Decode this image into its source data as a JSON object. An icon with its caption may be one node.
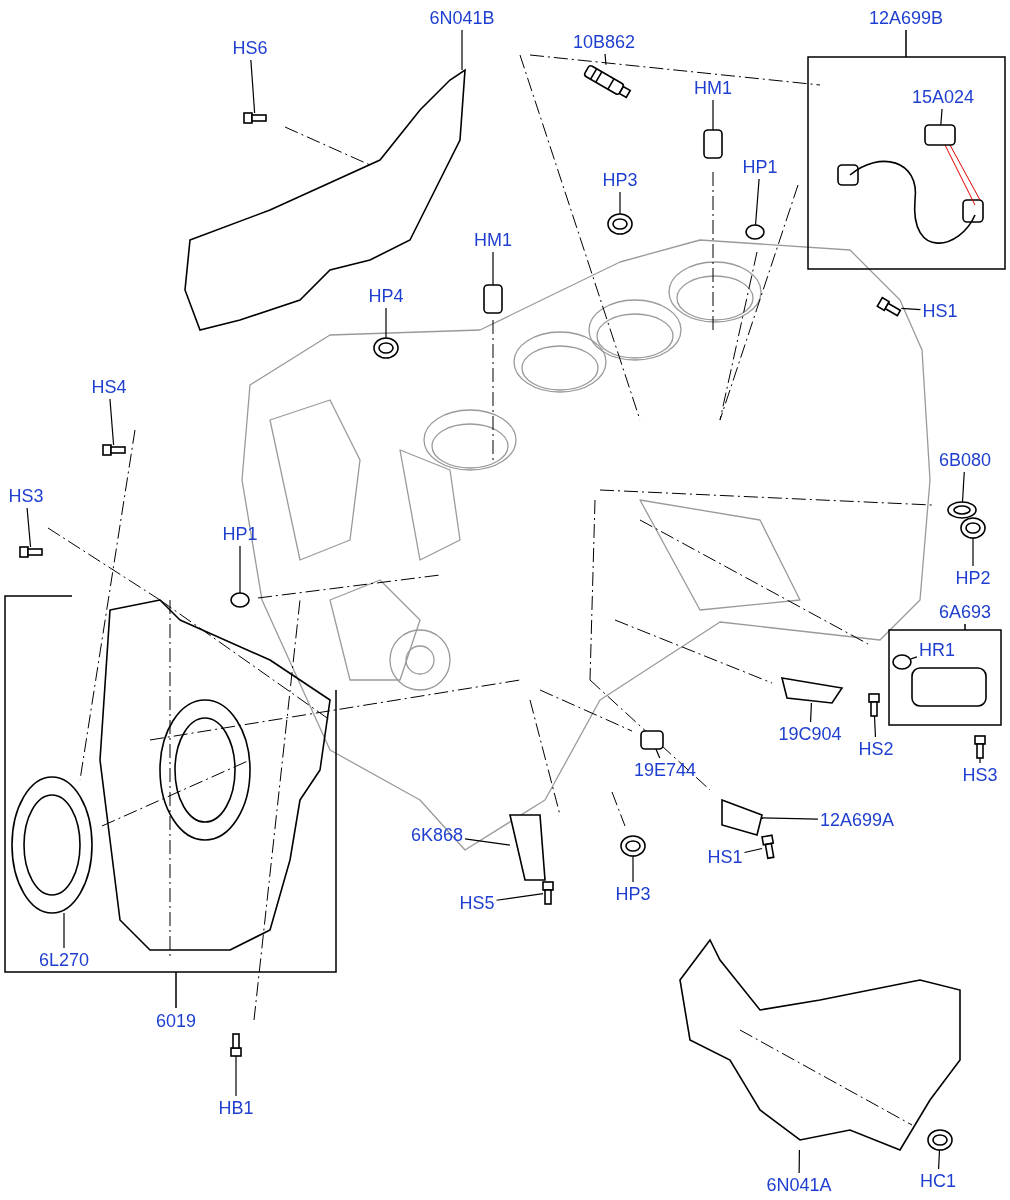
{
  "diagram": {
    "nodes": [
      {
        "text": [
          "HS6"
        ]
      },
      {
        "text": [
          "6N041B"
        ]
      },
      {
        "text": [
          "10B862"
        ]
      },
      {
        "text": [
          "12A699B"
        ]
      },
      {
        "text": [
          "HM1"
        ]
      },
      {
        "text": [
          "15A024"
        ]
      },
      {
        "text": [
          "HP3"
        ]
      },
      {
        "text": [
          "HP1"
        ]
      },
      {
        "text": [
          "HM1"
        ]
      },
      {
        "text": [
          "HS1"
        ]
      },
      {
        "text": [
          "HP4"
        ]
      },
      {
        "text": [
          "HS4"
        ]
      },
      {
        "text": [
          "HS3"
        ]
      },
      {
        "text": [
          "6B080"
        ]
      },
      {
        "text": [
          "HP1"
        ]
      },
      {
        "text": [
          "HP2"
        ]
      },
      {
        "text": [
          "6A693"
        ]
      },
      {
        "text": [
          "HR1"
        ]
      },
      {
        "text": [
          "19C904"
        ]
      },
      {
        "text": [
          "HS2"
        ]
      },
      {
        "text": [
          "19E744"
        ]
      },
      {
        "text": [
          "HS3"
        ]
      },
      {
        "text": [
          "6K868"
        ]
      },
      {
        "text": [
          "12A699A"
        ]
      },
      {
        "text": [
          "HS1"
        ]
      },
      {
        "text": [
          "HP3"
        ]
      },
      {
        "text": [
          "HS5"
        ]
      },
      {
        "text": [
          "6L270"
        ]
      },
      {
        "text": [
          "6019"
        ]
      },
      {
        "text": [
          "HB1"
        ]
      },
      {
        "text": [
          "6N041A"
        ]
      },
      {
        "text": [
          "HC1"
        ]
      },
      {
        "text": [],
        "shape": "picture"
      },
      {
        "text": [],
        "shape": "picture"
      },
      {
        "text": [],
        "shape": "picture"
      },
      {
        "text": [],
        "shape": "box"
      },
      {
        "text": [],
        "shape": "box"
      },
      {
        "text": [],
        "shape": "picture"
      },
      {
        "text": [],
        "shape": "circle"
      },
      {
        "text": [],
        "shape": "box"
      },
      {
        "text": [],
        "shape": "picture"
      },
      {
        "text": [],
        "shape": "picture"
      },
      {
        "text": [],
        "shape": "picture"
      },
      {
        "text": [],
        "shape": "picture"
      },
      {
        "text": [],
        "shape": "picture"
      },
      {
        "text": [],
        "shape": "circle"
      },
      {
        "text": [],
        "shape": "picture"
      },
      {
        "text": [],
        "shape": "circle"
      },
      {
        "text": [],
        "shape": "picture"
      },
      {
        "text": [],
        "shape": "picture"
      },
      {
        "text": [],
        "shape": "box"
      },
      {
        "text": [],
        "shape": "picture"
      },
      {
        "text": [],
        "shape": "picture"
      },
      {
        "text": [],
        "shape": "picture"
      },
      {
        "text": [],
        "shape": "picture"
      },
      {
        "text": [],
        "shape": "picture"
      },
      {
        "text": [],
        "shape": "picture"
      },
      {
        "text": [],
        "shape": "picture"
      },
      {
        "text": [],
        "shape": "picture"
      },
      {
        "text": [],
        "shape": "picture"
      },
      {
        "text": [],
        "shape": "picture"
      }
    ],
    "edges": [
      {
        "from": 0,
        "to": 32,
        "arrow": "none"
      },
      {
        "from": 1,
        "to": 33,
        "arrow": "none"
      },
      {
        "from": 2,
        "to": 34,
        "arrow": "none"
      },
      {
        "from": 4,
        "to": 35,
        "arrow": "none"
      },
      {
        "from": 5,
        "to": 36,
        "arrow": "none"
      },
      {
        "from": 6,
        "to": 37,
        "arrow": "none"
      },
      {
        "from": 7,
        "to": 38,
        "arrow": "none"
      },
      {
        "from": 8,
        "to": 39,
        "arrow": "none"
      },
      {
        "from": 9,
        "to": 40,
        "arrow": "none"
      },
      {
        "from": 10,
        "to": 41,
        "arrow": "none"
      },
      {
        "from": 11,
        "to": 42,
        "arrow": "none"
      },
      {
        "from": 12,
        "to": 43,
        "arrow": "none"
      },
      {
        "from": 13,
        "to": 44,
        "arrow": "none"
      },
      {
        "from": 14,
        "to": 45,
        "arrow": "none"
      },
      {
        "from": 15,
        "to": 46,
        "arrow": "none"
      },
      {
        "from": 17,
        "to": 47,
        "arrow": "none"
      },
      {
        "from": 18,
        "to": 48,
        "arrow": "none"
      },
      {
        "from": 19,
        "to": 49,
        "arrow": "none"
      },
      {
        "from": 20,
        "to": 50,
        "arrow": "none"
      },
      {
        "from": 21,
        "to": 51,
        "arrow": "none"
      },
      {
        "from": 22,
        "to": 52,
        "arrow": "none"
      },
      {
        "from": 23,
        "to": 53,
        "arrow": "none"
      },
      {
        "from": 24,
        "to": 54,
        "arrow": "none"
      },
      {
        "from": 25,
        "to": 55,
        "arrow": "none"
      },
      {
        "from": 26,
        "to": 56,
        "arrow": "none"
      },
      {
        "from": 27,
        "to": 57,
        "arrow": "none"
      },
      {
        "from": 29,
        "to": 58,
        "arrow": "none"
      },
      {
        "from": 30,
        "to": 59,
        "arrow": "none"
      },
      {
        "from": 31,
        "to": 60,
        "arrow": "none"
      }
    ]
  }
}
